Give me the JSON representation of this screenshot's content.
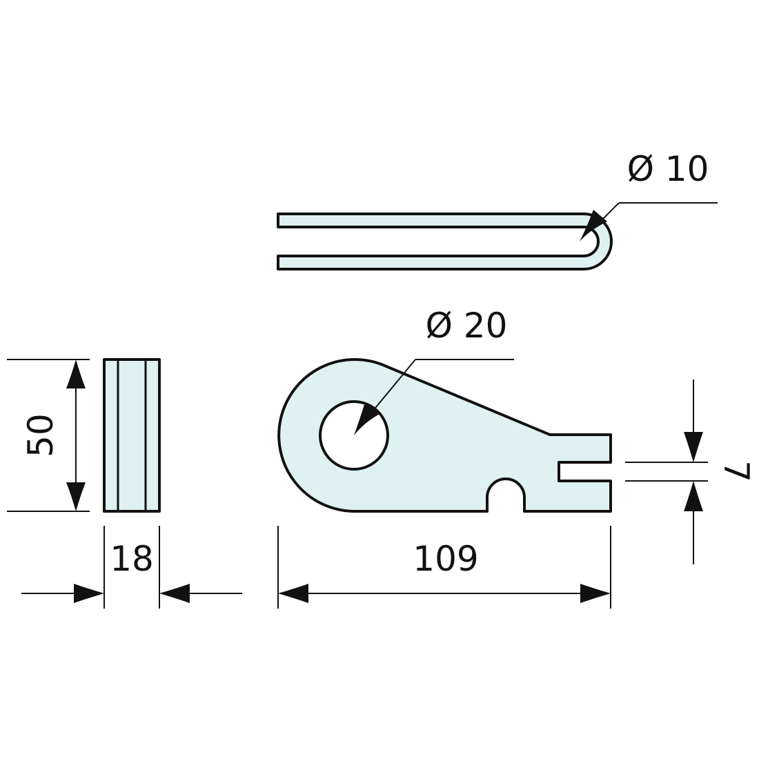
{
  "colors": {
    "part_fill": "#dff1f1",
    "outline": "#111111",
    "background": "#ffffff"
  },
  "dimensions": {
    "height": "50",
    "thickness": "18",
    "length": "109",
    "slot_width": "7",
    "hole_diameter": "Ø 20",
    "bend_diameter": "Ø 10"
  }
}
